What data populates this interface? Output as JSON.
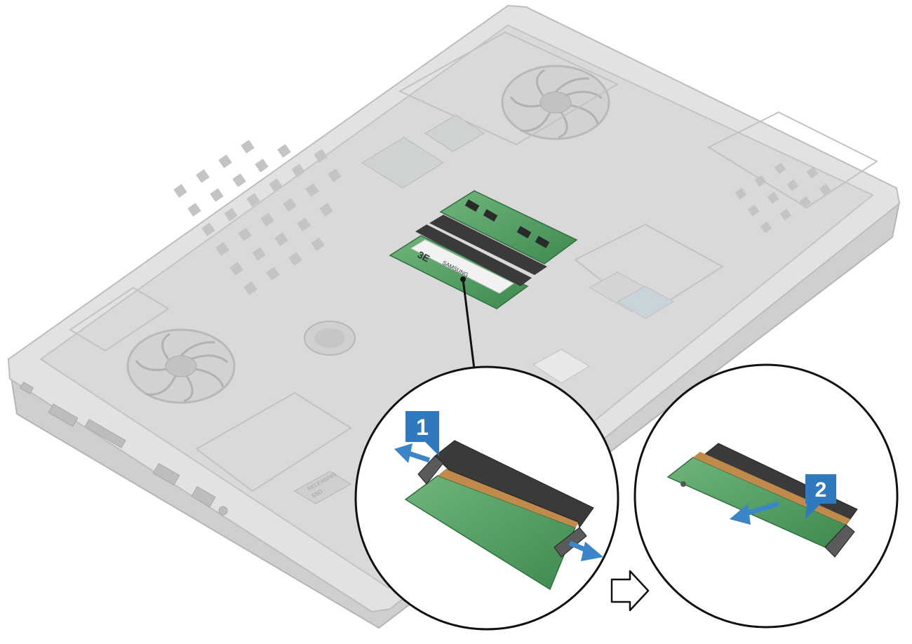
{
  "diagram": {
    "step_badges": [
      {
        "label": "1",
        "color": "#2f79bf"
      },
      {
        "label": "2",
        "color": "#2f79bf"
      }
    ],
    "module_label": {
      "brand": "SAMSUNG",
      "side": "3E"
    },
    "ssd_label": {
      "line1": "RELEASING",
      "line2": "SSD"
    },
    "colors": {
      "chassis": "#dcdcdc",
      "chassis_line": "#bfbfbf",
      "pcb": "#4e9a5e",
      "pcb_dark": "#2f6e3f",
      "arrow": "#3a86c8",
      "connector": "#3a3a3a",
      "callout_ring": "#111111"
    },
    "icons": [
      "fan-icon",
      "arrow-left-icon",
      "arrow-right-icon",
      "sequence-arrow-icon"
    ]
  }
}
